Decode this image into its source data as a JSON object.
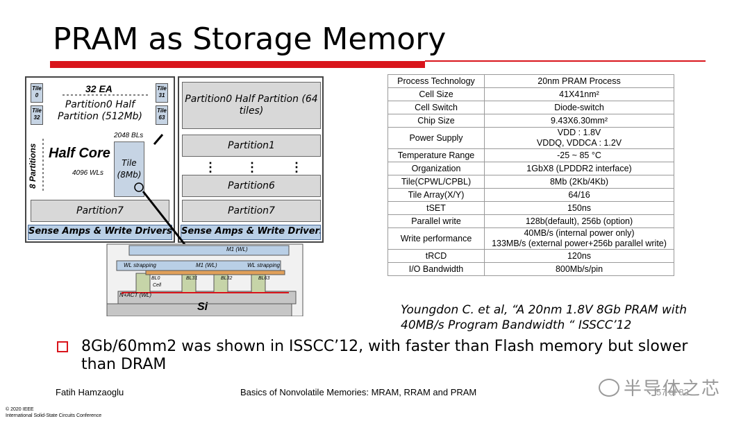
{
  "slide": {
    "title": "PRAM as Storage Memory",
    "bullet": "8Gb/60mm2 was shown in ISSCC’12, with faster than Flash memory but slower than DRAM",
    "citation": "Youngdon C. et al, “A 20nm 1.8V 8Gb PRAM with 40MB/s Program Bandwidth “ ISSCC’12",
    "footer_author": "Fatih Hamzaoglu",
    "footer_title": "Basics of Nonvolatile Memories: MRAM, RRAM and PRAM",
    "page_number": "57 of 82",
    "copyright_line1": "© 2020 IEEE",
    "copyright_line2": "International Solid-State Circuits Conference",
    "watermark": "半导体之芯",
    "accent_color": "#d9141b"
  },
  "diagram": {
    "ea_label": "32 EA",
    "tile0": "Tile 0",
    "tile31": "Tile 31",
    "tile32": "Tile 32",
    "tile63": "Tile 63",
    "half_partition_left": "Partition0 Half Partition (512Mb)",
    "bls": "2048 BLs",
    "half_core": "Half Core",
    "partitions_count": "8 Partitions",
    "wls": "4096 WLs",
    "tile_block": "Tile (8Mb)",
    "partition7": "Partition7",
    "sense_amps": "Sense Amps & Write Drivers",
    "half_partition_right": "Partition0 Half Partition (64 tiles)",
    "partition1": "Partition1",
    "partition6": "Partition6",
    "dots": "⋮",
    "cross_section": {
      "m1_top": "M1 (WL)",
      "wl_strapping_left": "WL strapping",
      "m1_mid": "M1 (WL)",
      "wl_strapping_right": "WL strapping",
      "bl0": "BL0",
      "bl31": "BL31",
      "bl32": "BL32",
      "bl63": "BL63",
      "cell": "Cell",
      "nact": "N+ACT (WL)",
      "si": "Si"
    }
  },
  "spec_table": [
    {
      "param": "Process Technology",
      "value": "20nm PRAM Process"
    },
    {
      "param": "Cell Size",
      "value": "41X41nm²"
    },
    {
      "param": "Cell Switch",
      "value": "Diode-switch"
    },
    {
      "param": "Chip Size",
      "value": "9.43X6.30mm²"
    },
    {
      "param": "Power Supply",
      "value": "VDD : 1.8V",
      "value2": "VDDQ, VDDCA : 1.2V"
    },
    {
      "param": "Temperature Range",
      "value": "-25 ~ 85 °C"
    },
    {
      "param": "Organization",
      "value": "1GbX8 (LPDDR2 interface)"
    },
    {
      "param": "Tile(CPWL/CPBL)",
      "value": "8Mb (2Kb/4Kb)"
    },
    {
      "param": "Tile Array(X/Y)",
      "value": "64/16"
    },
    {
      "param": "tSET",
      "value": "150ns"
    },
    {
      "param": "Parallel write",
      "value": "128b(default), 256b (option)"
    },
    {
      "param": "Write performance",
      "value": "40MB/s (internal power only)",
      "value2": "133MB/s (external power+256b parallel write)"
    },
    {
      "param": "tRCD",
      "value": "120ns"
    },
    {
      "param": "I/O Bandwidth",
      "value": "800Mb/s/pin"
    }
  ]
}
